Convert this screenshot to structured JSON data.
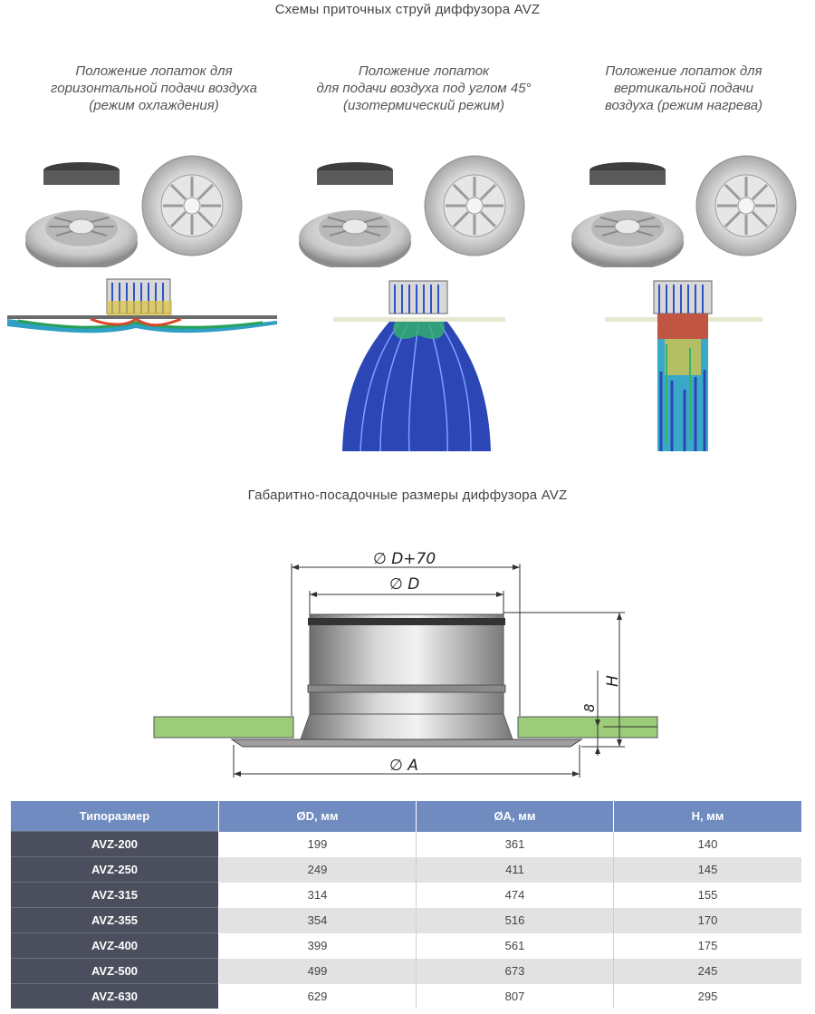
{
  "jets_title": "Схемы приточных струй диффузора AVZ",
  "modes": [
    {
      "lines": [
        "Положение лопаток для",
        "горизонтальной подачи воздуха",
        "(режим охлаждения)"
      ]
    },
    {
      "lines": [
        "Положение лопаток",
        "для подачи воздуха  под углом 45°",
        "(изотермический режим)"
      ]
    },
    {
      "lines": [
        "Положение лопаток для",
        "вертикальной подачи",
        "воздуха (режим нагрева)"
      ]
    }
  ],
  "dims_title": "Габаритно-посадочные размеры диффузора AVZ",
  "drawing": {
    "dim_d70": "∅ D+70",
    "dim_d": "∅ D",
    "dim_a": "∅ A",
    "dim_h": "H",
    "dim_8": "8"
  },
  "colors": {
    "header_bg": "#6f8bc0",
    "model_bg": "#4b4f5d",
    "row_alt": "#e2e2e2",
    "ceiling": "#9ccb7a",
    "flow_blue": "#1f3fae"
  },
  "table": {
    "headers": [
      "Типоразмер",
      "ØD, мм",
      "ØA, мм",
      "H, мм"
    ],
    "rows": [
      [
        "AVZ-200",
        "199",
        "361",
        "140"
      ],
      [
        "AVZ-250",
        "249",
        "411",
        "145"
      ],
      [
        "AVZ-315",
        "314",
        "474",
        "155"
      ],
      [
        "AVZ-355",
        "354",
        "516",
        "170"
      ],
      [
        "AVZ-400",
        "399",
        "561",
        "175"
      ],
      [
        "AVZ-500",
        "499",
        "673",
        "245"
      ],
      [
        "AVZ-630",
        "629",
        "807",
        "295"
      ]
    ]
  }
}
